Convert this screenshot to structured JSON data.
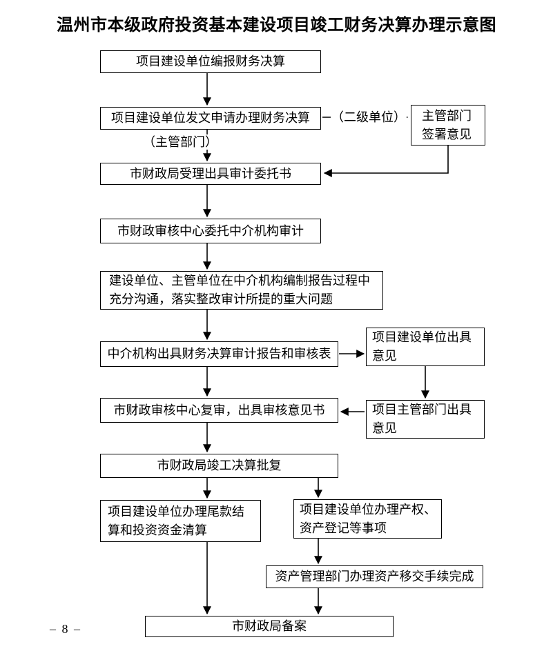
{
  "page": {
    "title": "温州市本级政府投资基本建设项目竣工财务决算办理示意图",
    "page_number": "– 8 –"
  },
  "colors": {
    "line": "#000000",
    "box_border": "#000000",
    "background": "#ffffff"
  },
  "nodes": {
    "prepare_report": {
      "label": "项目建设单位编报财务决算"
    },
    "apply_document": {
      "label": "项目建设单位发文申请办理财务决算"
    },
    "supervisor_sign": {
      "label": "主管部门\n签署意见"
    },
    "accept_entrust": {
      "label": "市财政局受理出具审计委托书"
    },
    "entrust_agency": {
      "label": "市财政审核中心委托中介机构审计"
    },
    "communicate": {
      "label": "建设单位、主管单位在中介机构编制报告过程中\n充分沟通，落实整改审计所提的重大问题"
    },
    "agency_report": {
      "label": "中介机构出具财务决算审计报告和审核表"
    },
    "builder_opinion": {
      "label": "项目建设单位出具\n意见"
    },
    "review_center": {
      "label": "市财政审核中心复审，出具审核意见书"
    },
    "dept_opinion": {
      "label": "项目主管部门出具\n意见"
    },
    "approval": {
      "label": "市财政局竣工决算批复"
    },
    "settle_funds": {
      "label": "项目建设单位办理尾款结\n算和投资资金清算"
    },
    "property_register": {
      "label": "项目建设单位办理产权、\n资产登记等事项"
    },
    "asset_transfer": {
      "label": "资产管理部门办理资产移交手续完成"
    },
    "filing": {
      "label": "市财政局备案"
    }
  },
  "annotations": {
    "secondary_unit": "（二级单位）",
    "competent_dept": "（主管部门）"
  }
}
